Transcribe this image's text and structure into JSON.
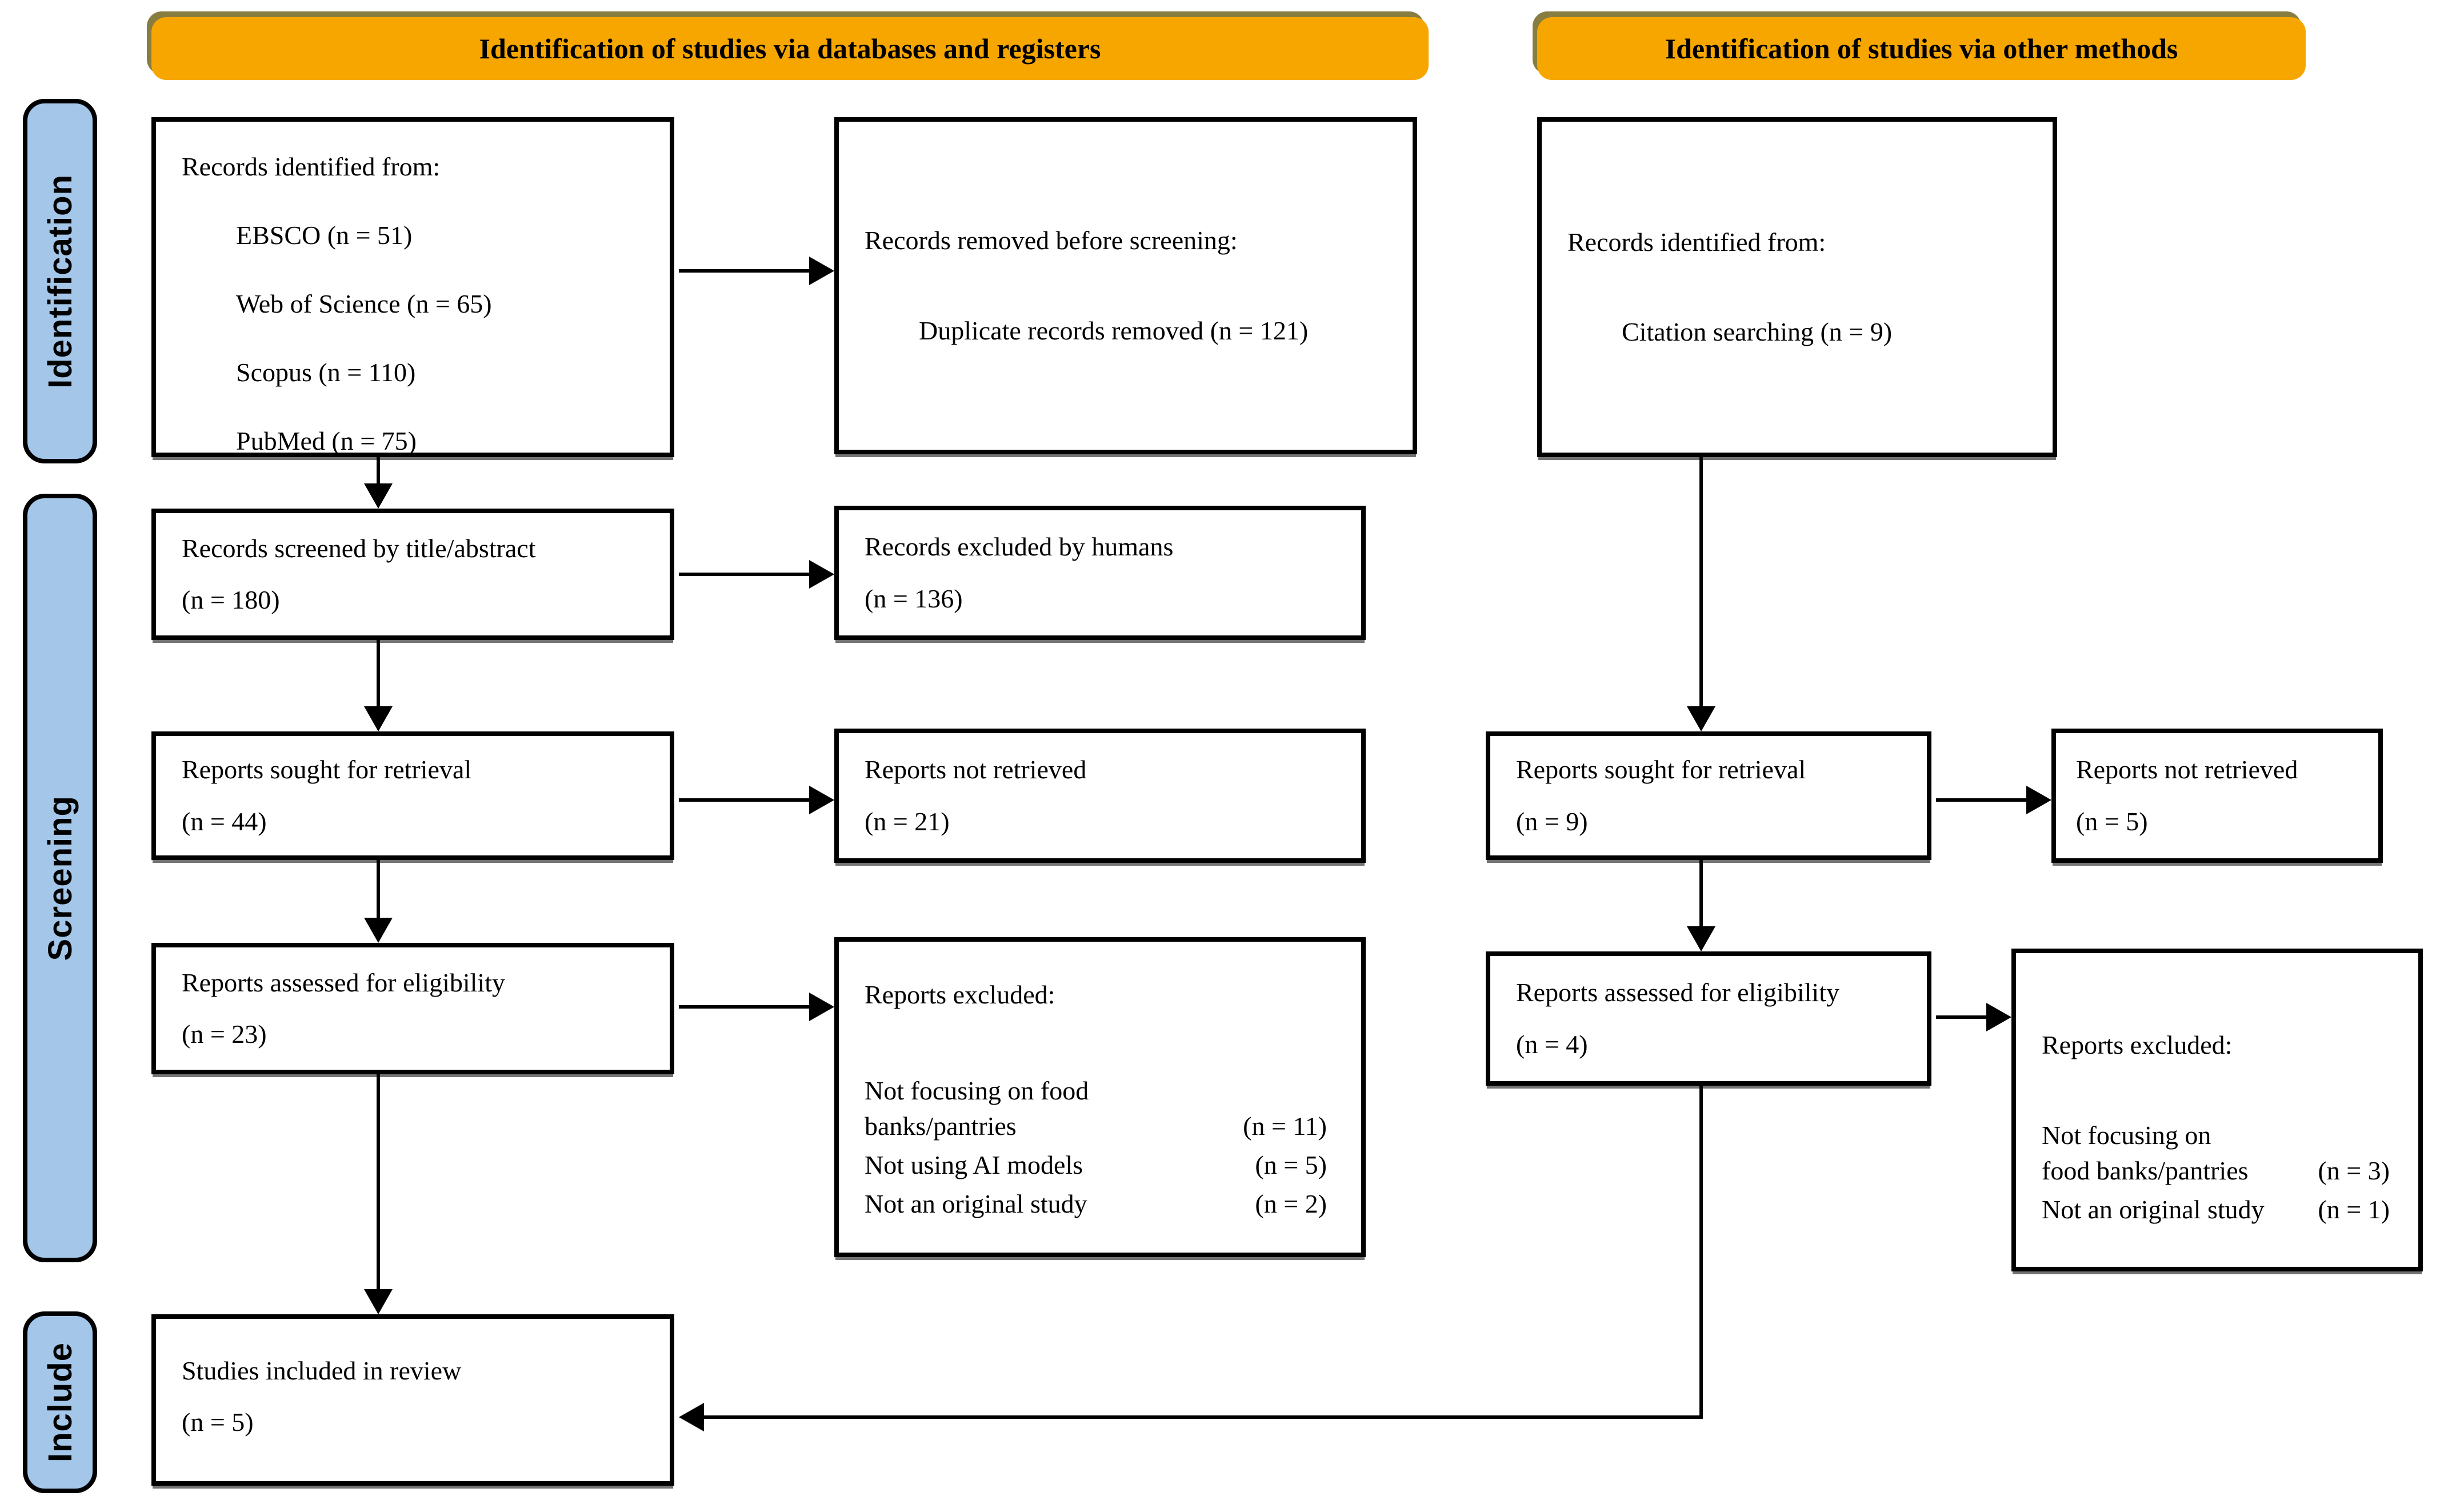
{
  "colors": {
    "header_bg": "#F7A600",
    "side_label_bg": "#A3C6E9",
    "box_bg": "#FFFFFF",
    "border": "#000000"
  },
  "headers": {
    "databases": "Identification of studies via databases and registers",
    "other": "Identification of studies via other methods"
  },
  "side_labels": {
    "identification": "Identification",
    "screening": "Screening",
    "include": "Include"
  },
  "boxes": {
    "records_identified_db": {
      "title": "Records identified from:",
      "items": [
        "EBSCO (n = 51)",
        "Web of Science (n = 65)",
        "Scopus (n = 110)",
        "PubMed (n = 75)"
      ]
    },
    "records_removed": {
      "title": "Records removed before screening:",
      "items": [
        "Duplicate records removed (n = 121)"
      ]
    },
    "records_identified_other": {
      "title": "Records identified from:",
      "items": [
        "Citation searching (n = 9)"
      ]
    },
    "records_screened": {
      "line1": "Records screened by title/abstract",
      "line2": "(n = 180)"
    },
    "records_excluded_humans": {
      "line1": "Records excluded by humans",
      "line2": "(n = 136)"
    },
    "reports_sought_db": {
      "line1": "Reports sought for retrieval",
      "line2": "(n = 44)"
    },
    "reports_not_retrieved_db": {
      "line1": "Reports not retrieved",
      "line2": "(n = 21)"
    },
    "reports_assessed_db": {
      "line1": "Reports assessed for eligibility",
      "line2": "(n = 23)"
    },
    "reports_excluded_db": {
      "title": "Reports excluded:",
      "reasons": [
        {
          "label": "Not focusing on food banks/pantries",
          "n": "(n = 11)"
        },
        {
          "label": "Not using AI models",
          "n": "(n = 5)"
        },
        {
          "label": "Not an original study",
          "n": "(n = 2)"
        }
      ]
    },
    "reports_sought_other": {
      "line1": "Reports sought for retrieval",
      "line2": "(n = 9)"
    },
    "reports_not_retrieved_other": {
      "line1": "Reports not retrieved",
      "line2": "(n = 5)"
    },
    "reports_assessed_other": {
      "line1": "Reports assessed for eligibility",
      "line2": "(n = 4)"
    },
    "reports_excluded_other": {
      "title": "Reports excluded:",
      "reasons": [
        {
          "label": "Not focusing on food banks/pantries",
          "n": "(n = 3)"
        },
        {
          "label": "Not an original study",
          "n": "(n = 1)"
        }
      ]
    },
    "studies_included": {
      "line1": "Studies included in review",
      "line2": "(n = 5)"
    }
  }
}
